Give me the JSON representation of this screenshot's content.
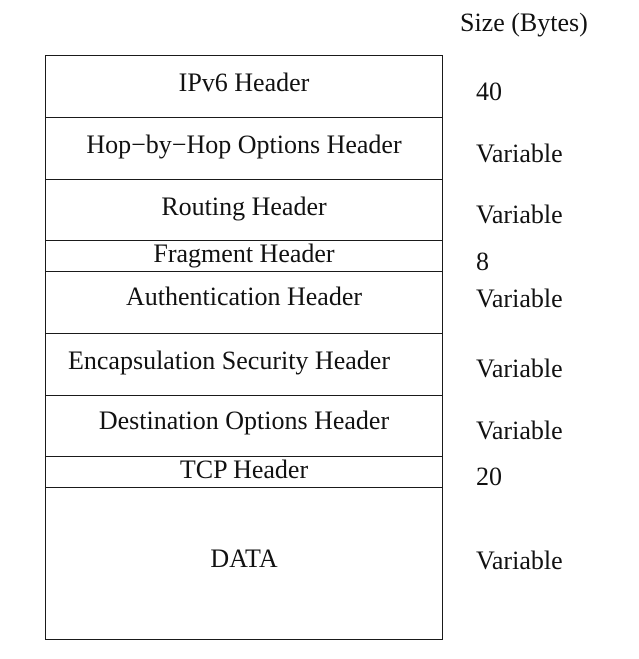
{
  "size_column_title": "Size  (Bytes)",
  "layers": [
    {
      "name": "IPv6 Header",
      "size": "40"
    },
    {
      "name": "Hop−by−Hop Options Header",
      "size": "Variable"
    },
    {
      "name": "Routing Header",
      "size": "Variable"
    },
    {
      "name": "Fragment Header",
      "size": "8"
    },
    {
      "name": "Authentication Header",
      "size": "Variable"
    },
    {
      "name": "Encapsulation Security Header",
      "size": "Variable"
    },
    {
      "name": "Destination Options Header",
      "size": "Variable"
    },
    {
      "name": "TCP Header",
      "size": "20"
    },
    {
      "name": "DATA",
      "size": "Variable"
    }
  ]
}
